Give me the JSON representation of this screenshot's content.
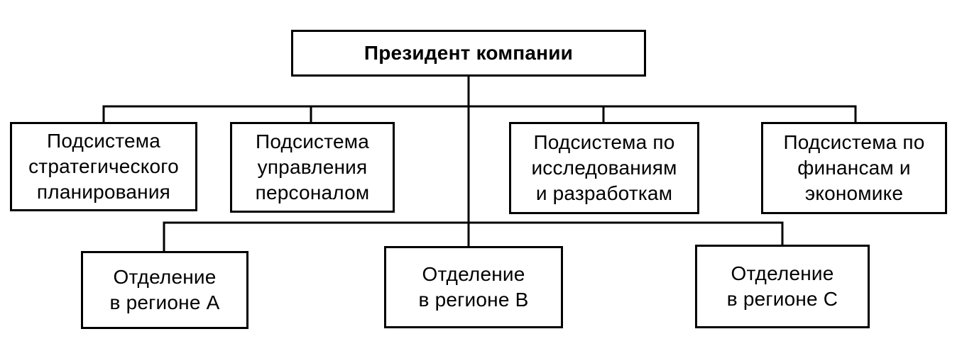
{
  "root": {
    "label": "Президент компании"
  },
  "subsystems": [
    {
      "label": "Подсистема\nстратегического\nпланирования"
    },
    {
      "label": "Подсистема\nуправления\nперсоналом"
    },
    {
      "label": "Подсистема по\nисследованиям\nи разработкам"
    },
    {
      "label": "Подсистема по\nфинансам и\nэкономике"
    }
  ],
  "divisions": [
    {
      "label": "Отделение\nв регионе  А"
    },
    {
      "label": "Отделение\nв регионе  В"
    },
    {
      "label": "Отделение\nв регионе  С"
    }
  ]
}
